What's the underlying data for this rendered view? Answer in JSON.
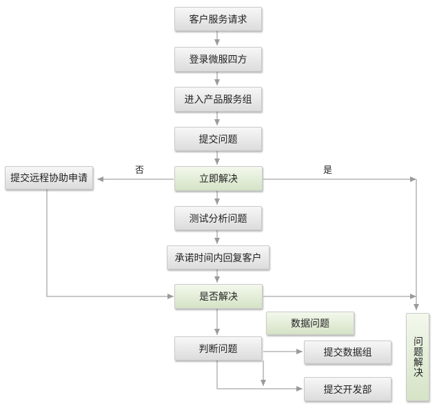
{
  "nodes": {
    "request": "客户服务请求",
    "login": "登录微服四方",
    "enter_group": "进入产品服务组",
    "submit_issue": "提交问题",
    "solve_now": "立即解决",
    "remote_help": "提交远程协助申请",
    "test_analyze": "测试分析问题",
    "promise_reply": "承诺时间内回复客户",
    "resolved_q": "是否解决",
    "data_issue": "数据问题",
    "judge_issue": "判断问题",
    "submit_data_group": "提交数据组",
    "submit_dev": "提交开发部",
    "issue_resolved": "问题解决"
  },
  "edge_labels": {
    "no": "否",
    "yes": "是"
  }
}
